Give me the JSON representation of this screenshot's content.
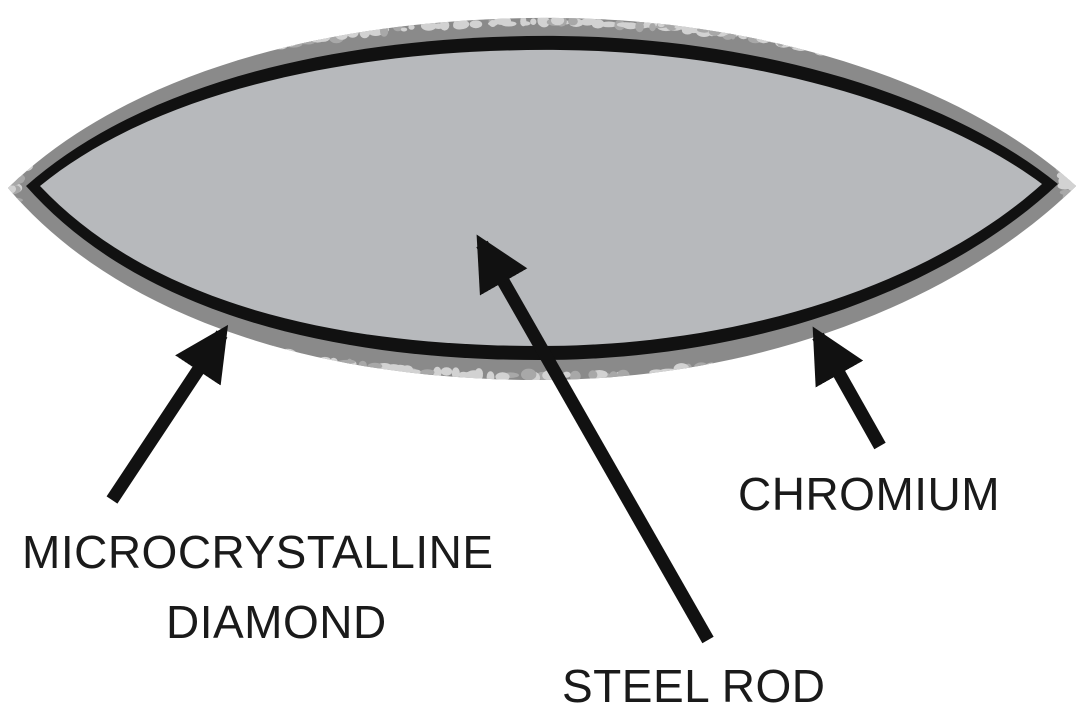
{
  "diagram": {
    "labels": {
      "diamond_line1": "MICROCRYSTALLINE",
      "diamond_line2": "DIAMOND",
      "chromium": "CHROMIUM",
      "steel_rod": "STEEL ROD"
    },
    "colors": {
      "rod_fill": "#b7b9bc",
      "chromium_band": "#111111",
      "diamond_base": "#8a8a8a",
      "diamond_grains_light": "#d2d2d2",
      "diamond_grains_mid": "#a8a8a8",
      "arrow": "#111111",
      "label_text": "#1a1a1a"
    }
  }
}
